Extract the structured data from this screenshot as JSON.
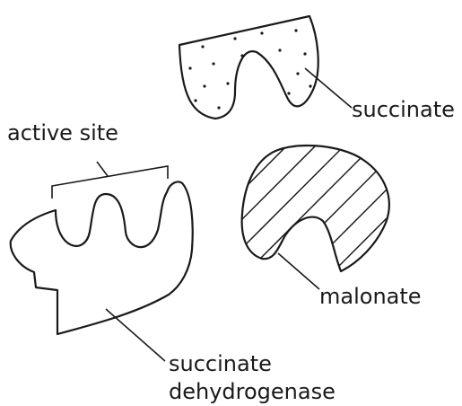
{
  "labels": {
    "succinate": "succinate",
    "active_site": "active site",
    "malonate": "malonate",
    "enzyme_line1": "succinate",
    "enzyme_line2": "dehydrogenase"
  }
}
